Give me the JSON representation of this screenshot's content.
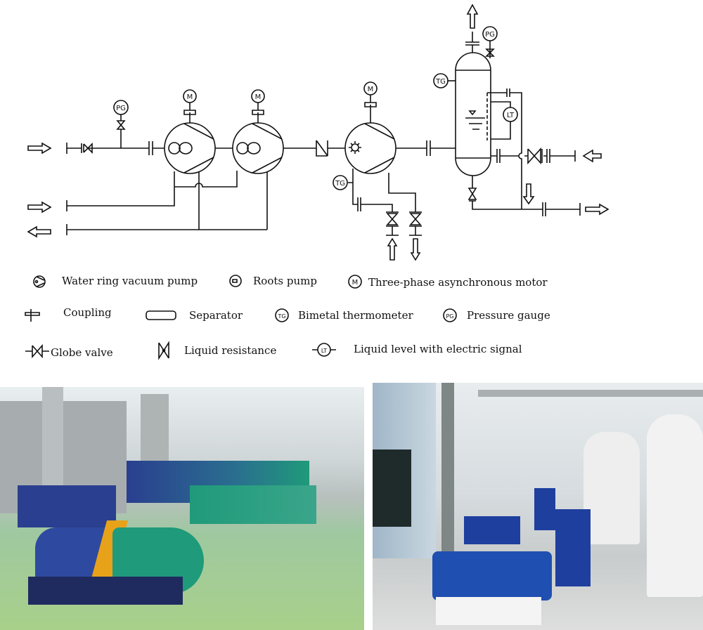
{
  "diagram": {
    "labels": {
      "pg": "PG",
      "m": "M",
      "tg": "TG",
      "lt": "LT"
    }
  },
  "legend": [
    {
      "icon": "water-ring-vacuum-pump-icon",
      "label": "Water ring vacuum pump"
    },
    {
      "icon": "roots-pump-icon",
      "label": "Roots pump"
    },
    {
      "icon": "motor-icon",
      "label": "Three-phase asynchronous motor"
    },
    {
      "icon": "coupling-icon",
      "label": "Coupling"
    },
    {
      "icon": "separator-icon",
      "label": "Separator"
    },
    {
      "icon": "thermometer-icon",
      "label": "Bimetal thermometer"
    },
    {
      "icon": "pressure-gauge-icon",
      "label": "Pressure gauge"
    },
    {
      "icon": "globe-valve-icon",
      "label": "Globe valve"
    },
    {
      "icon": "liquid-resistance-icon",
      "label": "Liquid resistance"
    },
    {
      "icon": "level-transmitter-icon",
      "label": "Liquid level with electric signal"
    }
  ],
  "colors": {
    "pump_blue": "#2a3f8f",
    "motor_green": "#1f9a7a",
    "coupling_yellow": "#e8a21a",
    "floor_green": "#a8d08a"
  }
}
